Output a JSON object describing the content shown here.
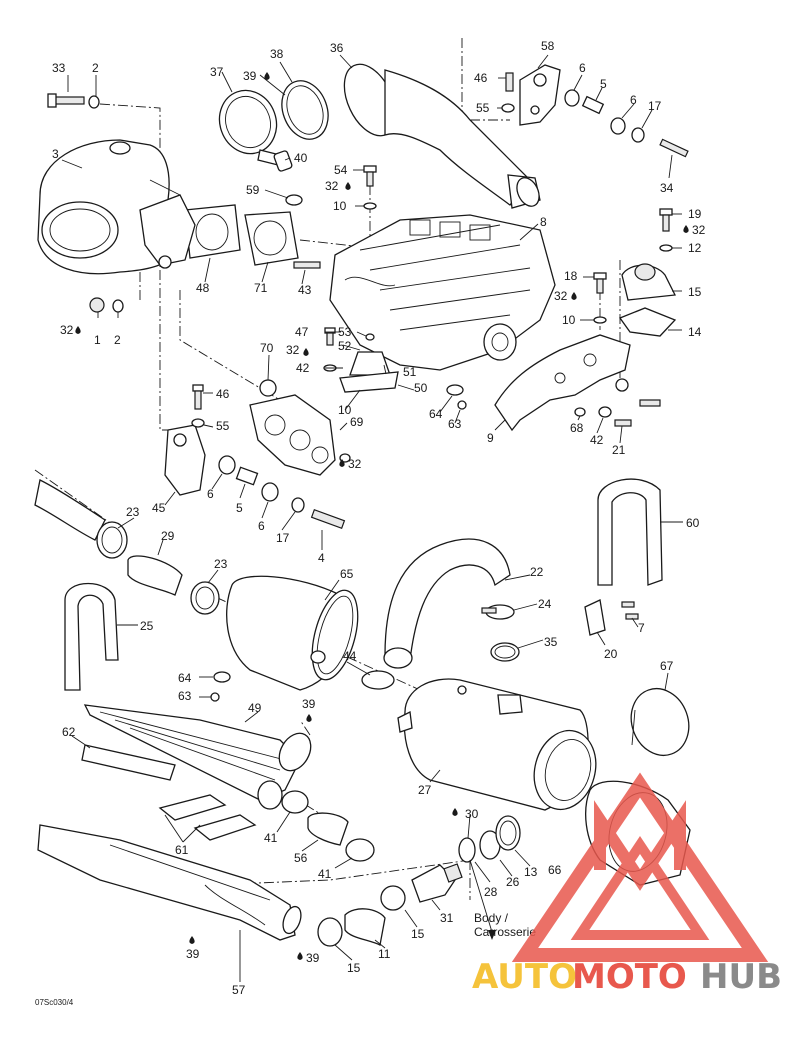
{
  "callouts": {
    "n1": "1",
    "n2": "2",
    "n3": "3",
    "n4": "4",
    "n5": "5",
    "n6": "6",
    "n7": "7",
    "n8": "8",
    "n9": "9",
    "n10": "10",
    "n11": "11",
    "n12": "12",
    "n13": "13",
    "n14": "14",
    "n15": "15",
    "n17": "17",
    "n18": "18",
    "n19": "19",
    "n20": "20",
    "n21": "21",
    "n22": "22",
    "n23": "23",
    "n24": "24",
    "n25": "25",
    "n26": "26",
    "n27": "27",
    "n28": "28",
    "n29": "29",
    "n30": "30",
    "n31": "31",
    "n32": "32",
    "n33": "33",
    "n34": "34",
    "n35": "35",
    "n36": "36",
    "n37": "37",
    "n38": "38",
    "n39": "39",
    "n40": "40",
    "n41": "41",
    "n42": "42",
    "n43": "43",
    "n44": "44",
    "n45": "45",
    "n46": "46",
    "n47": "47",
    "n48": "48",
    "n49": "49",
    "n50": "50",
    "n51": "51",
    "n52": "52",
    "n53": "53",
    "n54": "54",
    "n55": "55",
    "n56": "56",
    "n57": "57",
    "n58": "58",
    "n59": "59",
    "n60": "60",
    "n61": "61",
    "n62": "62",
    "n63": "63",
    "n64": "64",
    "n65": "65",
    "n66": "66",
    "n67": "67",
    "n68": "68",
    "n69": "69",
    "n70": "70",
    "n71": "71"
  },
  "note": {
    "line1": "Body /",
    "line2": "Carrosserie"
  },
  "drawing_code": "07Sc030/4",
  "watermark": {
    "part1": "AUTO",
    "part2": "MOTO",
    "part3": "HUB",
    "color_yellow": "#f5c33b",
    "color_red": "#e8584d",
    "color_gray": "#8a8a8a"
  }
}
